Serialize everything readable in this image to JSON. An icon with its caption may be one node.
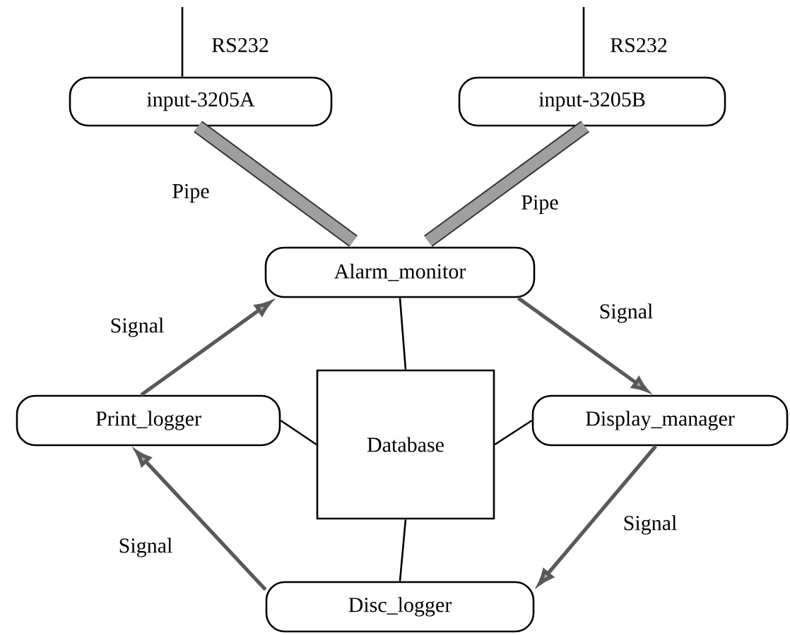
{
  "diagram": {
    "nodes": [
      {
        "text": [
          "input-3205A"
        ]
      },
      {
        "text": [
          "input-3205B"
        ]
      },
      {
        "text": [
          "Alarm_monitor"
        ]
      },
      {
        "text": [
          "Print_logger"
        ]
      },
      {
        "text": [
          "Database"
        ]
      },
      {
        "text": [
          "Display_manager"
        ]
      },
      {
        "text": [
          "Disc_logger"
        ]
      }
    ],
    "edges": [
      {
        "from": null,
        "to": 0,
        "arrow": "none",
        "label": "RS232"
      },
      {
        "from": null,
        "to": 1,
        "arrow": "none",
        "label": "RS232"
      },
      {
        "from": 0,
        "to": 2,
        "arrow": "none",
        "label": "Pipe",
        "style": "thick"
      },
      {
        "from": 1,
        "to": 2,
        "arrow": "none",
        "label": "Pipe",
        "style": "thick"
      },
      {
        "from": 3,
        "to": 2,
        "arrow": "to",
        "label": "Signal"
      },
      {
        "from": 2,
        "to": 5,
        "arrow": "to",
        "label": "Signal"
      },
      {
        "from": 5,
        "to": 6,
        "arrow": "to",
        "label": "Signal"
      },
      {
        "from": 6,
        "to": 3,
        "arrow": "to",
        "label": "Signal"
      },
      {
        "from": 2,
        "to": 4,
        "arrow": "none"
      },
      {
        "from": 3,
        "to": 4,
        "arrow": "none"
      },
      {
        "from": 4,
        "to": 5,
        "arrow": "none"
      },
      {
        "from": 4,
        "to": 6,
        "arrow": "none"
      }
    ]
  }
}
